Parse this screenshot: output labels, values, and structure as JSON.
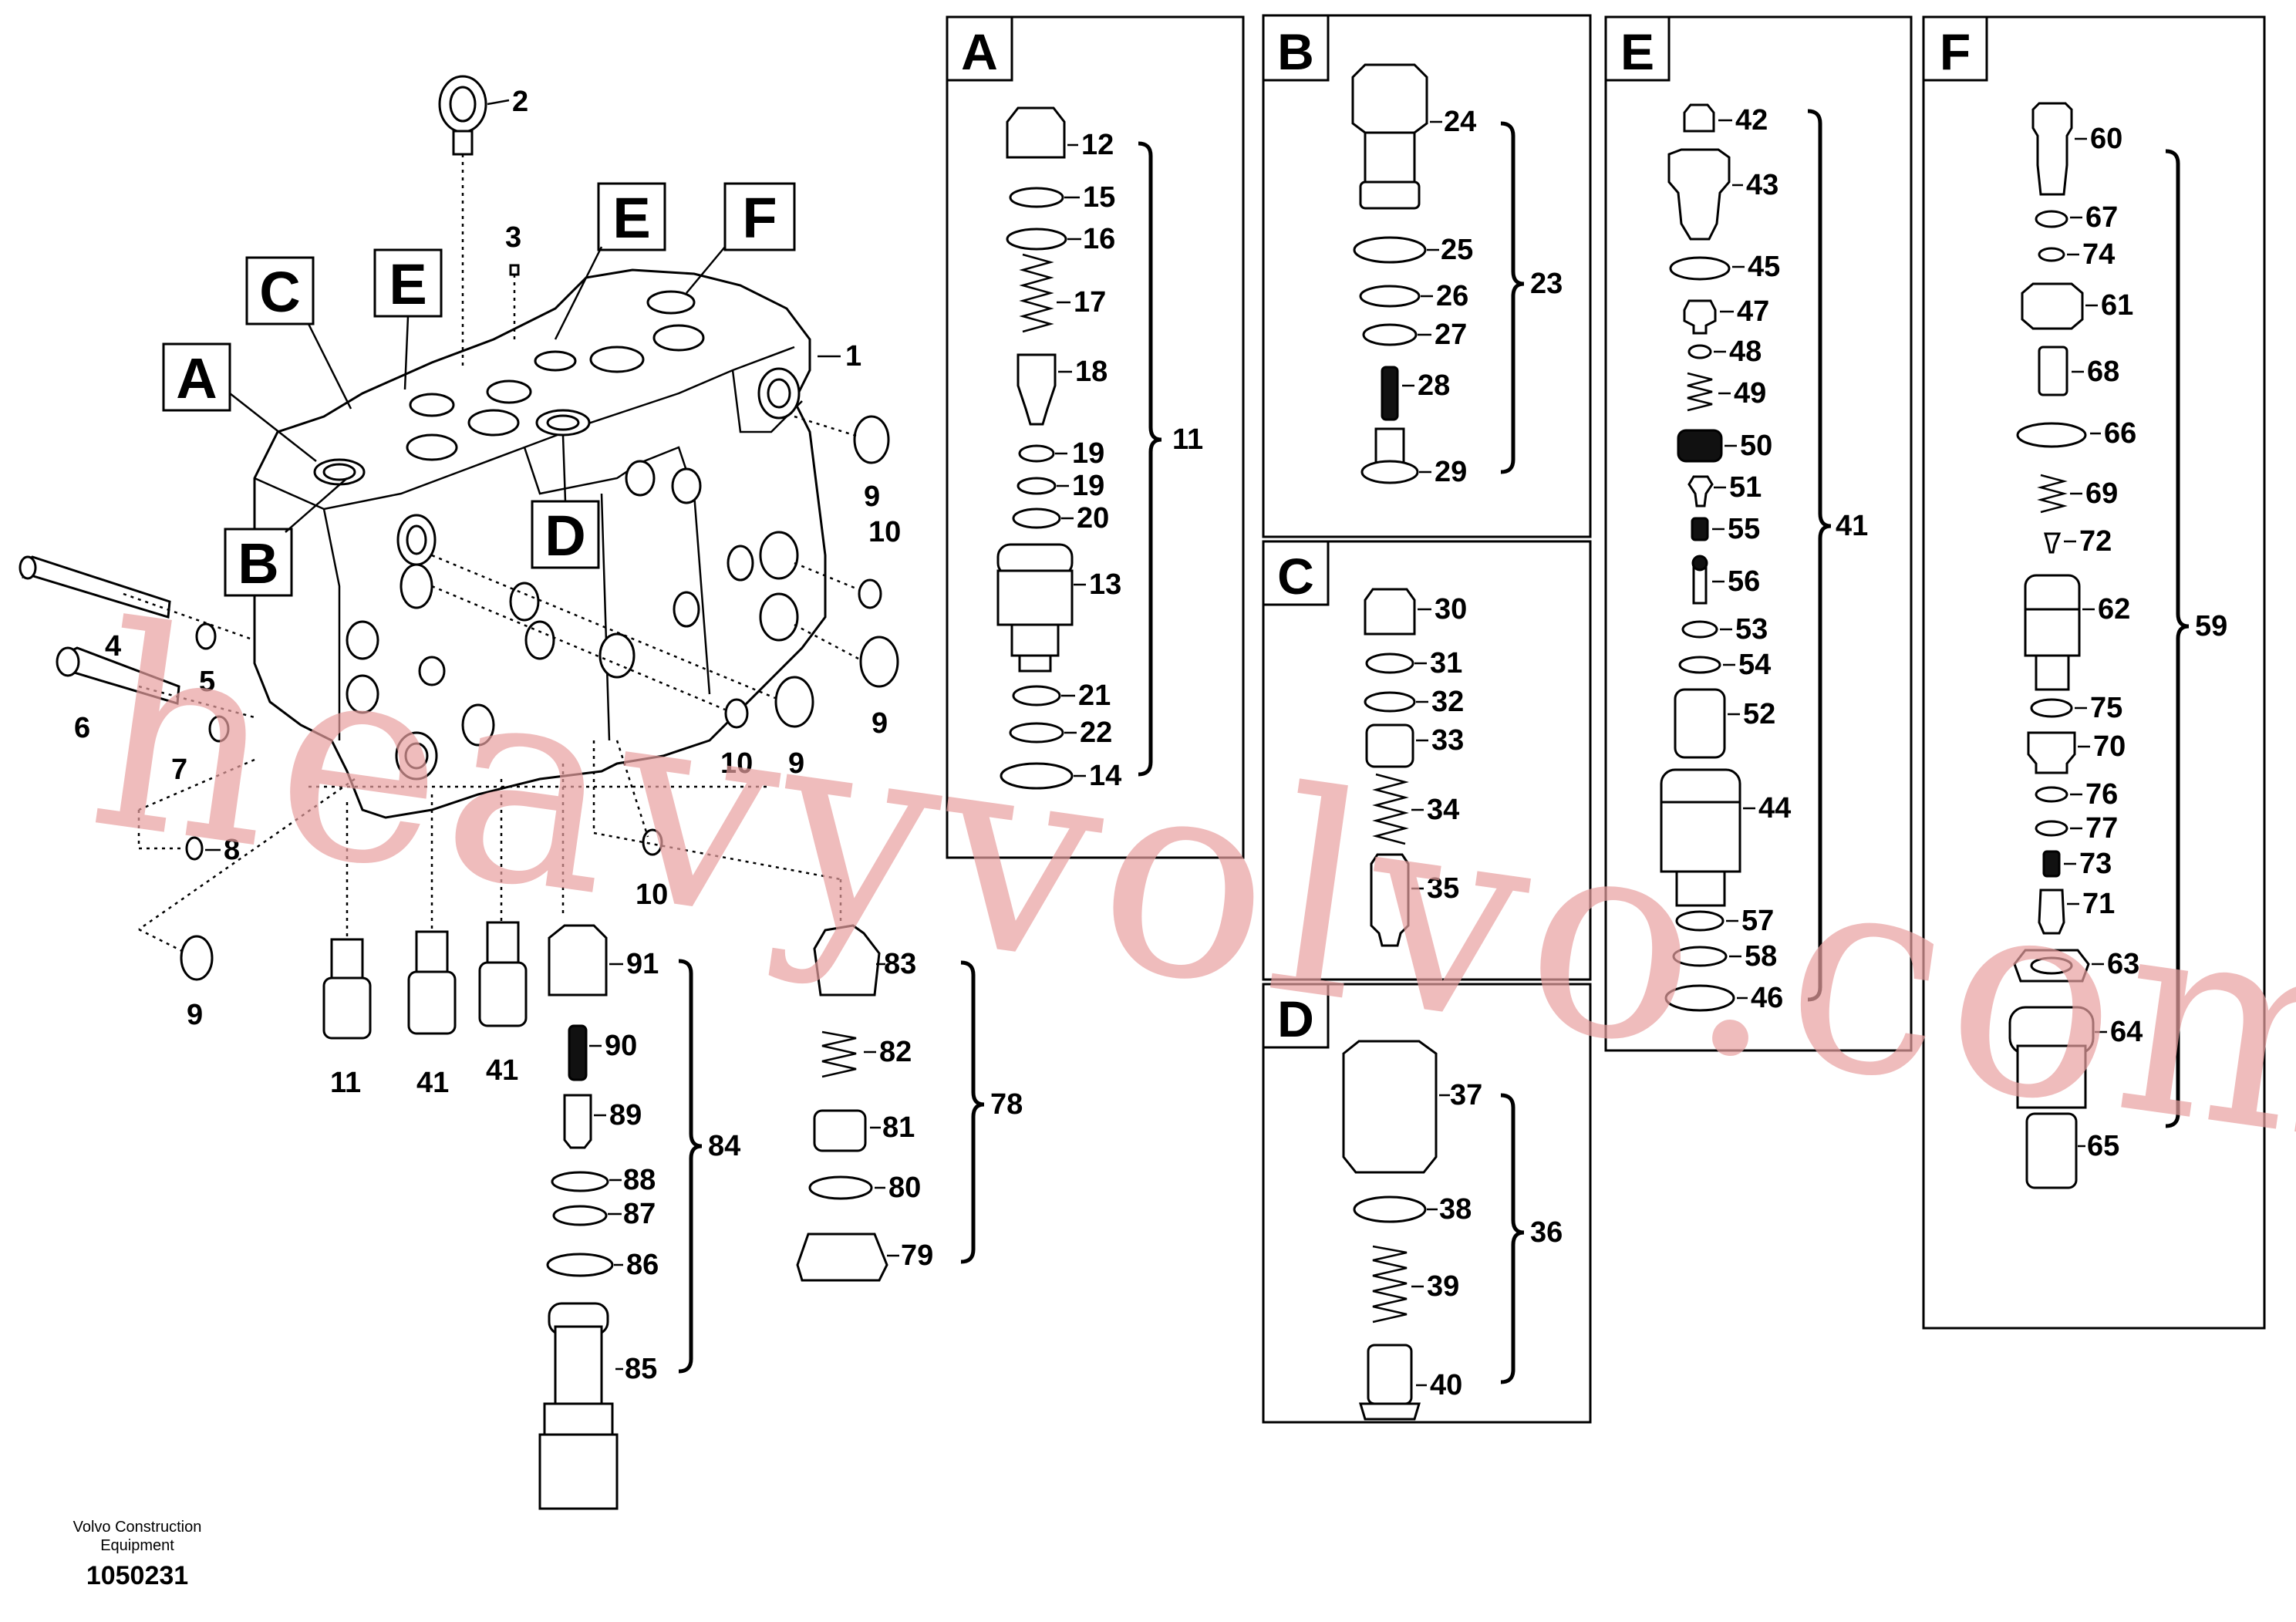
{
  "callouts": {
    "A1": "A",
    "B1": "B",
    "C1": "C",
    "E1": "E",
    "E2": "E",
    "F1": "F",
    "D1": "D"
  },
  "panels": {
    "A": {
      "title": "A",
      "group": "11",
      "parts": [
        "12",
        "15",
        "16",
        "17",
        "18",
        "19",
        "19",
        "20",
        "13",
        "21",
        "22",
        "14"
      ]
    },
    "B": {
      "title": "B",
      "group": "23",
      "parts": [
        "24",
        "25",
        "26",
        "27",
        "28",
        "29"
      ]
    },
    "C": {
      "title": "C",
      "parts": [
        "30",
        "31",
        "32",
        "33",
        "34",
        "35"
      ]
    },
    "D": {
      "title": "D",
      "group": "36",
      "parts": [
        "37",
        "38",
        "39",
        "40"
      ]
    },
    "E": {
      "title": "E",
      "group": "41",
      "parts": [
        "42",
        "43",
        "45",
        "47",
        "48",
        "49",
        "50",
        "51",
        "55",
        "56",
        "53",
        "54",
        "52",
        "44",
        "57",
        "58",
        "46"
      ]
    },
    "F": {
      "title": "F",
      "group": "59",
      "parts": [
        "60",
        "67",
        "74",
        "61",
        "68",
        "66",
        "69",
        "72",
        "62",
        "75",
        "70",
        "76",
        "77",
        "73",
        "71",
        "63",
        "64",
        "65"
      ]
    }
  },
  "main_labels": {
    "p1": "1",
    "p2": "2",
    "p3": "3",
    "p4": "4",
    "p5": "5",
    "p6": "6",
    "p7": "7",
    "p8": "8",
    "p9a": "9",
    "p9b": "9",
    "p9c": "9",
    "p9d": "9",
    "p10a": "10",
    "p10b": "10",
    "p10c": "10",
    "p11": "11",
    "p41a": "41",
    "p41b": "41"
  },
  "group84": {
    "group": "84",
    "parts": [
      "91",
      "90",
      "89",
      "88",
      "87",
      "86",
      "85"
    ]
  },
  "group78": {
    "group": "78",
    "parts": [
      "83",
      "82",
      "81",
      "80",
      "79"
    ]
  },
  "watermark": "heavyvolvo.com",
  "footer": {
    "company_line1": "Volvo Construction",
    "company_line2": "Equipment",
    "drawing_number": "1050231"
  }
}
